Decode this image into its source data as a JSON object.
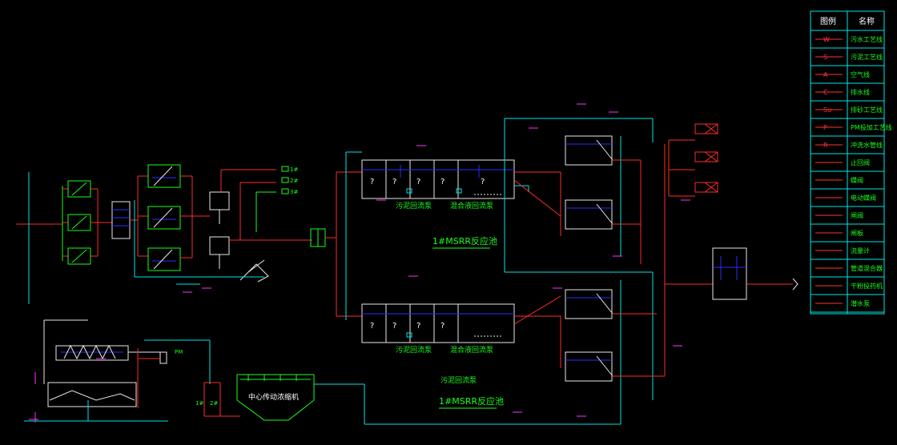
{
  "legend": {
    "header_symbol": "图例",
    "header_name": "名称",
    "rows": [
      {
        "symbol_text": "W",
        "name": "污水工艺线"
      },
      {
        "symbol_text": "S",
        "name": "污泥工艺线"
      },
      {
        "symbol_text": "A",
        "name": "空气线"
      },
      {
        "symbol_text": "C",
        "name": "排水线"
      },
      {
        "symbol_text": "Su",
        "name": "排砂工艺线"
      },
      {
        "symbol_text": "P",
        "name": "PM投加工艺线"
      },
      {
        "symbol_text": "R",
        "name": "冲洗水管线"
      },
      {
        "symbol_text": "",
        "name": "止回阀"
      },
      {
        "symbol_text": "",
        "name": "蝶阀"
      },
      {
        "symbol_text": "",
        "name": "电动蝶阀"
      },
      {
        "symbol_text": "",
        "name": "闸阀"
      },
      {
        "symbol_text": "",
        "name": "闸板"
      },
      {
        "symbol_text": "",
        "name": "流量计"
      },
      {
        "symbol_text": "",
        "name": "管道混合器"
      },
      {
        "symbol_text": "",
        "name": "干粉投药机"
      },
      {
        "symbol_text": "",
        "name": "潜水泵"
      }
    ]
  },
  "labels": {
    "top_reactor_title": "1#MSRR反应池",
    "bottom_reactor_title": "1#MSRR反应池",
    "top_sludge_return": "污泥回流泵",
    "top_mix_return": "混合液回流泵",
    "bottom_sludge_return": "污泥回流泵",
    "bottom_mix_return": "混合液回流泵",
    "bottom_sludge_return_2": "污泥回流泵",
    "thickener": "中心传动浓缩机",
    "pam_label": "PM",
    "pump_label_1": "1#",
    "pump_label_2": "2#",
    "right_valve_1": "1#",
    "right_valve_2": "2#",
    "right_valve_3": "3#",
    "tank_cell": "?"
  }
}
